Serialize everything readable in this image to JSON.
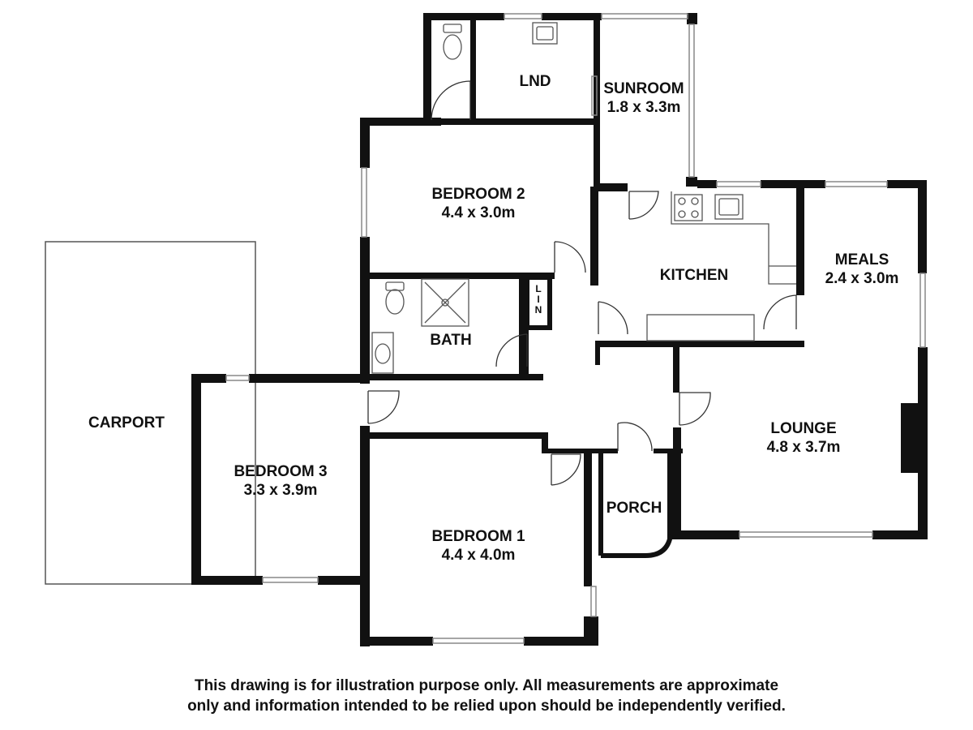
{
  "rooms": {
    "sunroom": {
      "name": "SUNROOM",
      "size": "1.8 x 3.3m"
    },
    "lnd": {
      "name": "LND"
    },
    "bedroom2": {
      "name": "BEDROOM 2",
      "size": "4.4 x 3.0m"
    },
    "kitchen": {
      "name": "KITCHEN"
    },
    "meals": {
      "name": "MEALS",
      "size": "2.4 x 3.0m"
    },
    "bath": {
      "name": "BATH"
    },
    "lin": {
      "letters": [
        "L",
        "I",
        "N"
      ]
    },
    "carport": {
      "name": "CARPORT"
    },
    "bedroom3": {
      "name": "BEDROOM 3",
      "size": "3.3 x 3.9m"
    },
    "lounge": {
      "name": "LOUNGE",
      "size": "4.8 x 3.7m"
    },
    "porch": {
      "name": "PORCH"
    },
    "bedroom1": {
      "name": "BEDROOM 1",
      "size": "4.4 x 4.0m"
    }
  },
  "disclaimer": {
    "line1": "This drawing is for illustration purpose only. All measurements are approximate",
    "line2": "only and information intended to be relied upon should be independently verified."
  },
  "colors": {
    "wall": "#111111",
    "window": "#8a8a8a",
    "fixture": "#555555",
    "carport_outline": "#555555"
  }
}
